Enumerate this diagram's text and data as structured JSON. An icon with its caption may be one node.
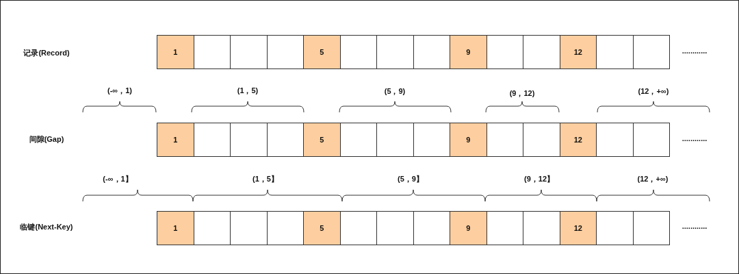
{
  "diagram": {
    "nodes": [
      {
        "text": [
          "1"
        ]
      },
      {
        "text": [],
        "shape": "box"
      },
      {
        "text": [],
        "shape": "box"
      },
      {
        "text": [],
        "shape": "box"
      },
      {
        "text": [
          "5"
        ]
      },
      {
        "text": [],
        "shape": "box"
      },
      {
        "text": [],
        "shape": "box"
      },
      {
        "text": [],
        "shape": "box"
      },
      {
        "text": [
          "9"
        ]
      },
      {
        "text": [],
        "shape": "box"
      },
      {
        "text": [],
        "shape": "box"
      },
      {
        "text": [
          "12"
        ]
      },
      {
        "text": [],
        "shape": "box"
      },
      {
        "text": [],
        "shape": "box"
      },
      {
        "text": [
          "1"
        ]
      },
      {
        "text": [],
        "shape": "box"
      },
      {
        "text": [],
        "shape": "box"
      },
      {
        "text": [],
        "shape": "box"
      },
      {
        "text": [
          "5"
        ]
      },
      {
        "text": [],
        "shape": "box"
      },
      {
        "text": [],
        "shape": "box"
      },
      {
        "text": [],
        "shape": "box"
      },
      {
        "text": [
          "9"
        ]
      },
      {
        "text": [],
        "shape": "box"
      },
      {
        "text": [],
        "shape": "box"
      },
      {
        "text": [
          "12"
        ]
      },
      {
        "text": [],
        "shape": "box"
      },
      {
        "text": [],
        "shape": "box"
      },
      {
        "text": [
          "1"
        ]
      },
      {
        "text": [],
        "shape": "box"
      },
      {
        "text": [],
        "shape": "box"
      },
      {
        "text": [],
        "shape": "box"
      },
      {
        "text": [
          "5"
        ]
      },
      {
        "text": [],
        "shape": "box"
      },
      {
        "text": [],
        "shape": "box"
      },
      {
        "text": [],
        "shape": "box"
      },
      {
        "text": [
          "9"
        ]
      },
      {
        "text": [],
        "shape": "box"
      },
      {
        "text": [],
        "shape": "box"
      },
      {
        "text": [
          "12"
        ]
      },
      {
        "text": [],
        "shape": "box"
      },
      {
        "text": [],
        "shape": "box"
      }
    ],
    "edges": [],
    "labels": [
      "记录(Record)",
      "............",
      "(-∞，1)",
      "(1，5)",
      "(5，9)",
      "(9，12)",
      "(12，+∞)",
      "间隙(Gap)",
      "............",
      "(-∞，1】",
      "(1，5】",
      "(5，9】",
      "(9，12】",
      "(12，+∞)",
      "临键(Next-Key)",
      "............"
    ]
  }
}
